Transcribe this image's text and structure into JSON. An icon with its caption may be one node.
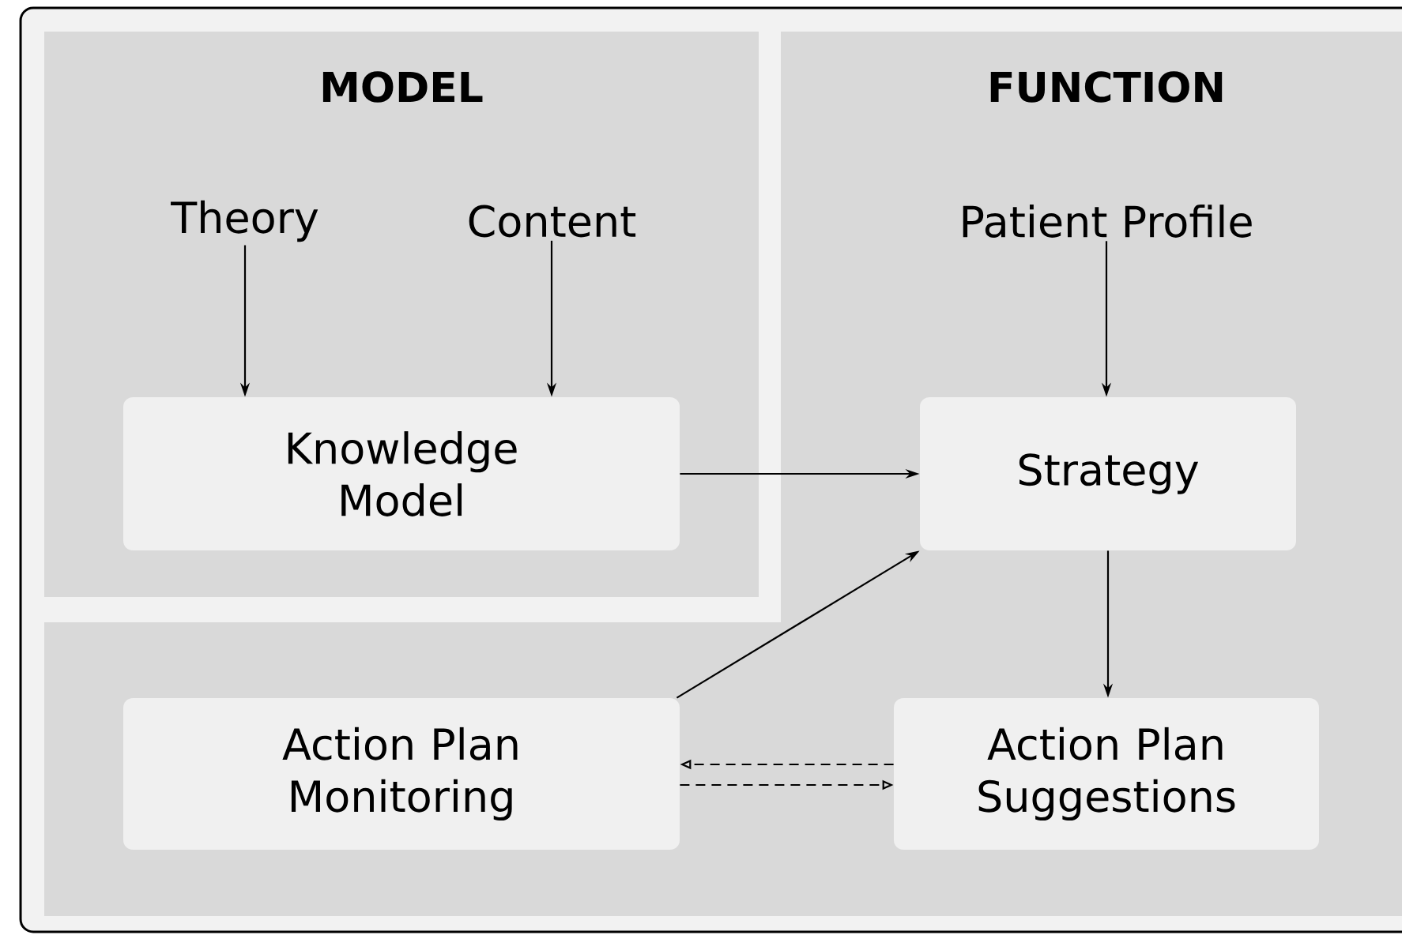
{
  "diagram": {
    "nodes": [
      {
        "text": [
          "MODEL"
        ]
      },
      {
        "text": [
          "FUNCTION"
        ]
      },
      {
        "text": [
          "Theory"
        ],
        "in": 0
      },
      {
        "text": [
          "Content"
        ],
        "in": 0
      },
      {
        "text": [
          "Knowledge Model"
        ],
        "in": 0
      },
      {
        "text": [
          "Patient Profile"
        ],
        "in": 1
      },
      {
        "text": [
          "Strategy"
        ],
        "in": 1
      },
      {
        "text": [
          "Action Plan Monitoring"
        ],
        "in": 1
      },
      {
        "text": [
          "Action Plan Suggestions"
        ],
        "in": 1
      }
    ],
    "edges": [
      {
        "from": 2,
        "to": 4,
        "arrow": "to"
      },
      {
        "from": 3,
        "to": 4,
        "arrow": "to"
      },
      {
        "from": 4,
        "to": 6,
        "arrow": "to"
      },
      {
        "from": 5,
        "to": 6,
        "arrow": "to"
      },
      {
        "from": 6,
        "to": 8,
        "arrow": "to"
      },
      {
        "from": 7,
        "to": 6,
        "arrow": "to"
      },
      {
        "from": 8,
        "to": 7,
        "arrow": "to",
        "style": "dashed"
      },
      {
        "from": 7,
        "to": 8,
        "arrow": "to",
        "style": "dashed"
      }
    ]
  }
}
